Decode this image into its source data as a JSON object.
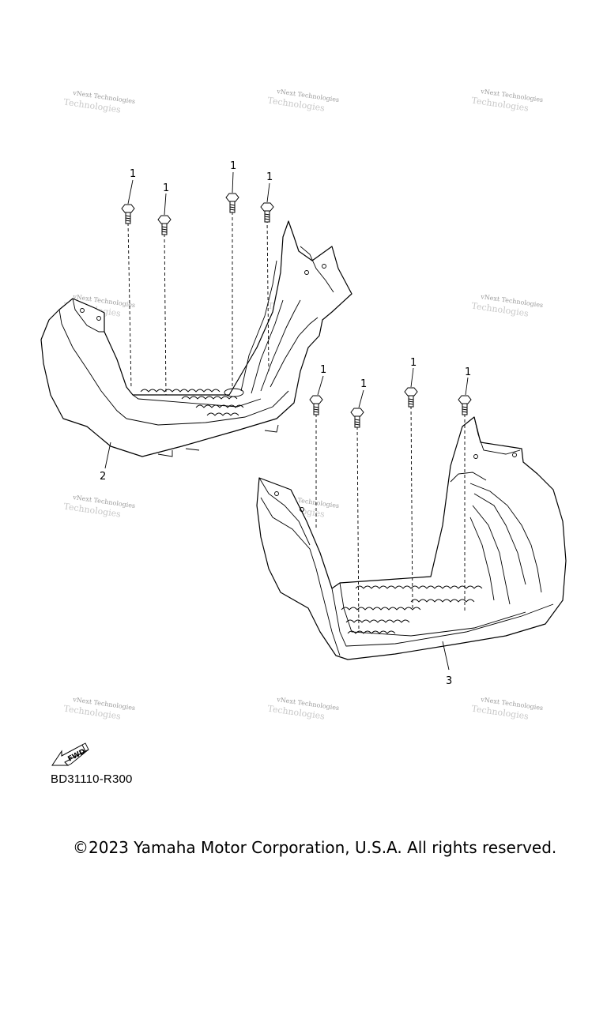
{
  "callouts": {
    "bolt": "1",
    "part_left": "2",
    "part_right": "3"
  },
  "watermark": {
    "line1": "vNext Technologies",
    "line2": "Technologies"
  },
  "fwd_label": "FWD",
  "diagram_ref": "BD31110-R300",
  "copyright": "©2023 Yamaha Motor Corporation, U.S.A. All rights reserved."
}
